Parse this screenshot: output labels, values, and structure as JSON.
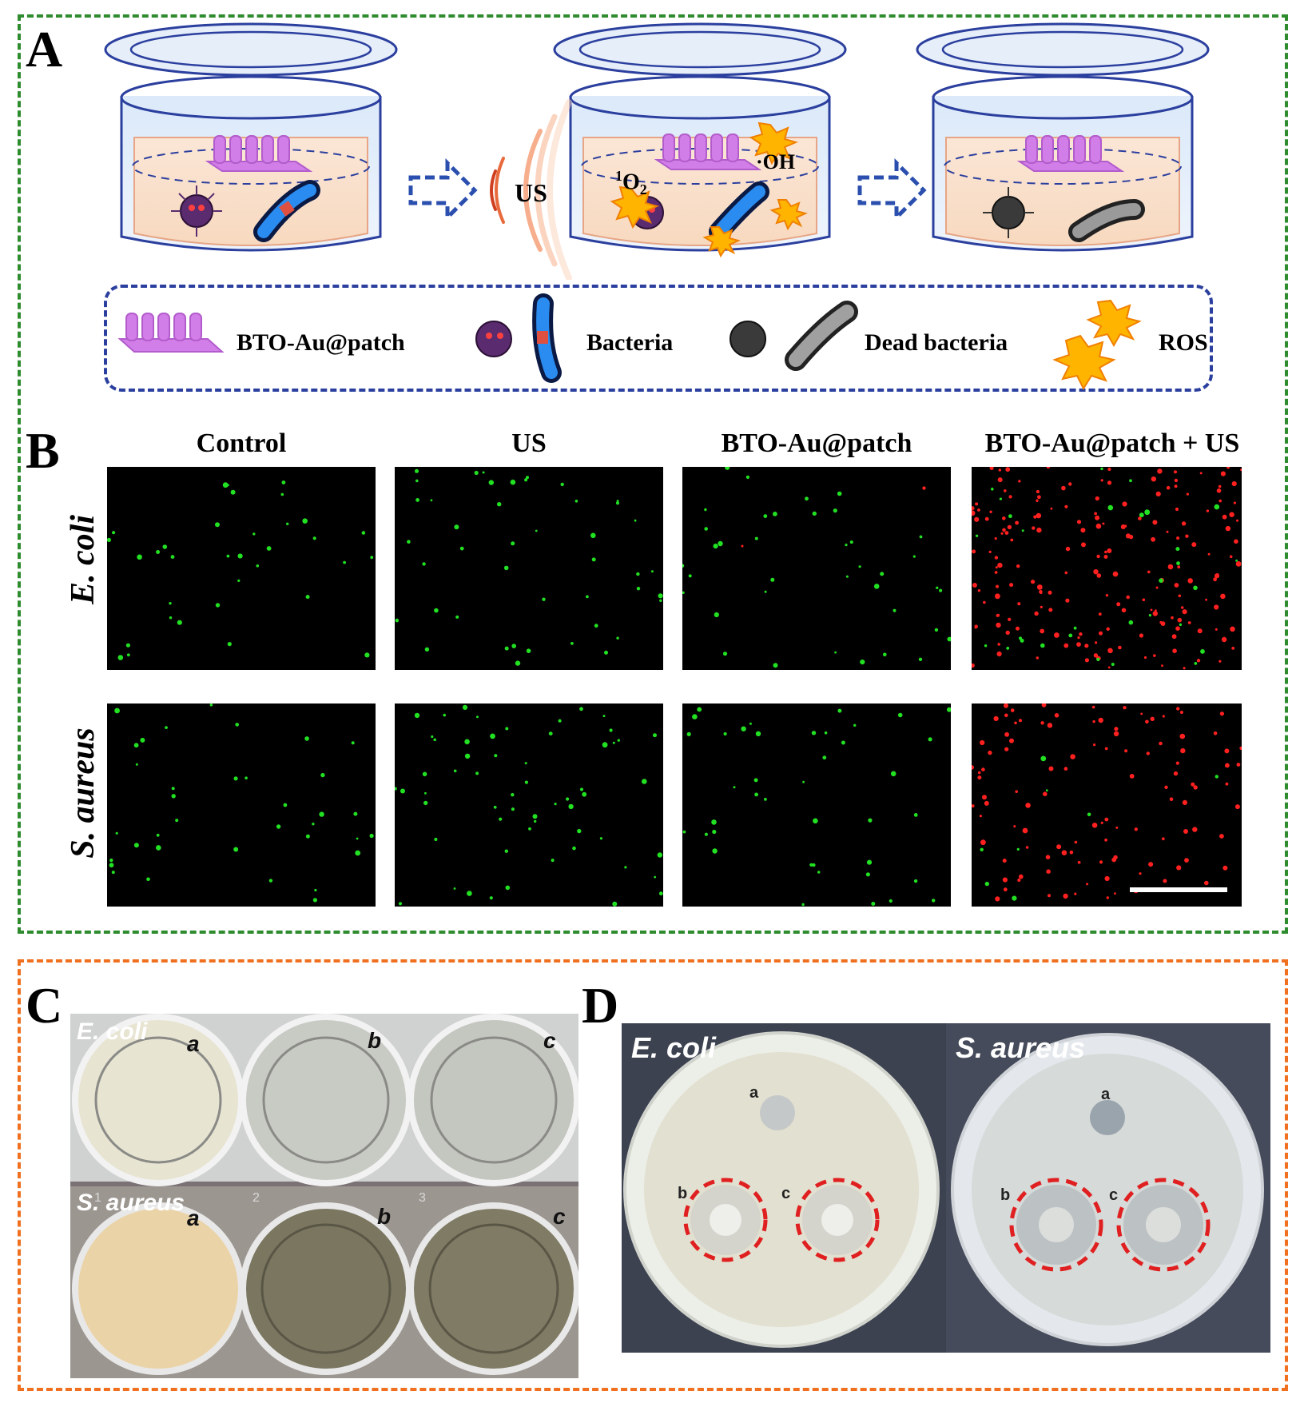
{
  "panels": {
    "a": "A",
    "b": "B",
    "c": "C",
    "d": "D"
  },
  "scheme": {
    "us_label": "US",
    "singlet_main": "O",
    "singlet_sup": "1",
    "singlet_sub": "2",
    "hydroxyl_dot": "·",
    "hydroxyl_main": "OH"
  },
  "legend": {
    "items": [
      {
        "label": "BTO-Au@patch",
        "icon": "patch-icon"
      },
      {
        "label": "Bacteria",
        "icon": "bacteria-icon"
      },
      {
        "label": "Dead bacteria",
        "icon": "dead-bacteria-icon"
      },
      {
        "label": "ROS",
        "icon": "ros-icon"
      }
    ]
  },
  "microscopy": {
    "columns": [
      "Control",
      "US",
      "BTO-Au@patch",
      "BTO-Au@patch + US"
    ],
    "rows": [
      "E. coli",
      "S. aureus"
    ]
  },
  "wells": {
    "rows": [
      "E. coli",
      "S. aureus"
    ],
    "letters": [
      "a",
      "b",
      "c"
    ],
    "numbers": [
      "1",
      "2",
      "3"
    ]
  },
  "plates": {
    "names": [
      "E. coli",
      "S. aureus"
    ],
    "letters": [
      "a",
      "b",
      "c"
    ]
  },
  "colors": {
    "green_frame": "#2e8b2e",
    "orange_frame": "#f07020",
    "legend_border": "#2b3f9e",
    "patch": "#d27ee8",
    "live_stain": "#22e022",
    "dead_stain": "#ff2020",
    "zone_circle": "#e02020"
  }
}
